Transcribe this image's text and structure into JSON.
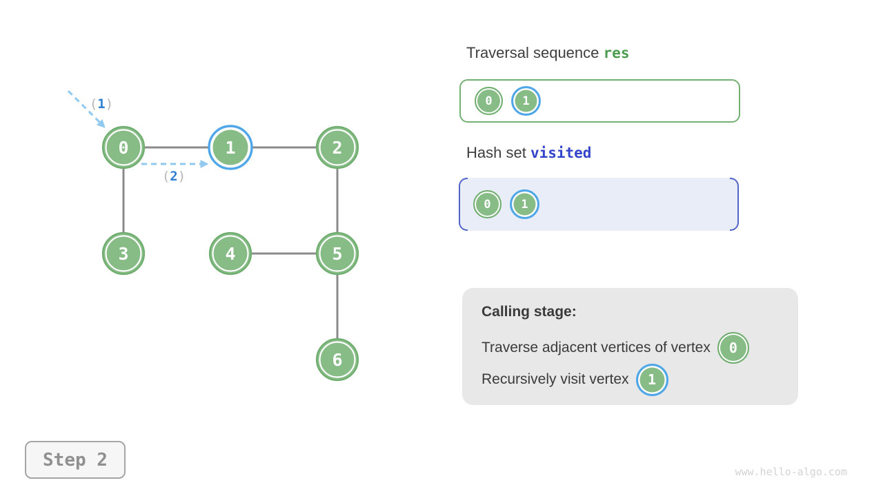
{
  "graph": {
    "nodes": [
      {
        "label": "0",
        "highlighted": false
      },
      {
        "label": "1",
        "highlighted": true
      },
      {
        "label": "2",
        "highlighted": false
      },
      {
        "label": "3",
        "highlighted": false
      },
      {
        "label": "4",
        "highlighted": false
      },
      {
        "label": "5",
        "highlighted": false
      },
      {
        "label": "6",
        "highlighted": false
      }
    ],
    "edges": [
      [
        0,
        1
      ],
      [
        1,
        2
      ],
      [
        0,
        3
      ],
      [
        2,
        5
      ],
      [
        4,
        5
      ],
      [
        5,
        6
      ]
    ],
    "arrow_labels": [
      {
        "open": "(",
        "num": "1",
        "close": ")"
      },
      {
        "open": "(",
        "num": "2",
        "close": ")"
      }
    ]
  },
  "panels": {
    "traversal": {
      "title_plain": "Traversal sequence",
      "title_code": "res",
      "items": [
        {
          "label": "0",
          "highlighted": false
        },
        {
          "label": "1",
          "highlighted": true
        }
      ]
    },
    "hashset": {
      "title_plain": "Hash set",
      "title_code": "visited",
      "items": [
        {
          "label": "0",
          "highlighted": false
        },
        {
          "label": "1",
          "highlighted": true
        }
      ]
    },
    "calling": {
      "title": "Calling stage:",
      "lines": [
        {
          "text": "Traverse adjacent vertices of vertex",
          "node": {
            "label": "0",
            "highlighted": false
          }
        },
        {
          "text": "Recursively visit vertex",
          "node": {
            "label": "1",
            "highlighted": true
          }
        }
      ]
    }
  },
  "footer": {
    "step_label": "Step 2",
    "watermark": "www.hello-algo.com"
  },
  "colors": {
    "node_green": "#87bc87",
    "node_border_green": "#6fae6f",
    "highlight_blue": "#4fa7e9",
    "edge_gray": "#8a8a8a",
    "dashed_arrow_blue": "#90c8f0",
    "arrow_label_blue": "#2e7fd1",
    "arrow_label_paren_gray": "#b5b5b5",
    "res_code_green": "#4c9c50",
    "visited_code_blue": "#3344cb",
    "seq_box_border_green": "#74b074",
    "hash_box_bg": "#e9edf8",
    "hash_bracket_blue": "#5263c7",
    "calling_box_bg": "#e8e8e8",
    "heading_gray": "#3e3e3e"
  }
}
